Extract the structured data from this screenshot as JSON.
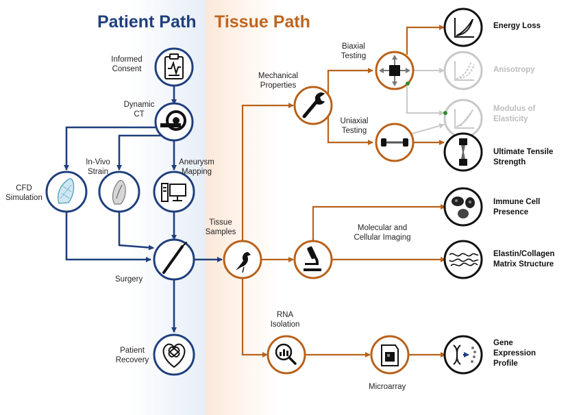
{
  "headers": {
    "patient_path": "Patient Path",
    "tissue_path": "Tissue Path"
  },
  "colors": {
    "patient": "#1f3f7d",
    "tissue": "#b8611b",
    "dimmed": "#c4c4c4",
    "dot": "#2e8b2e"
  },
  "patient_nodes": {
    "informed_consent": "Informed\nConsent",
    "dynamic_ct": "Dynamic\nCT",
    "in_vivo_strain": "In-Vivo\nStrain",
    "aneurysm_mapping": "Aneurysm\nMapping",
    "cfd_simulation": "CFD\nSimulation",
    "surgery": "Surgery",
    "patient_recovery": "Patient\nRecovery"
  },
  "tissue_nodes": {
    "tissue_samples": "Tissue\nSamples",
    "mechanical_properties": "Mechanical\nProperties",
    "biaxial_testing": "Biaxial\nTesting",
    "uniaxial_testing": "Uniaxial\nTesting",
    "molecular_imaging": "Molecular and\nCellular Imaging",
    "rna_isolation": "RNA\nIsolation",
    "microarray": "Microarray"
  },
  "outcomes": {
    "energy_loss": "Energy Loss",
    "anisotropy": "Anisotropy",
    "modulus": "Modulus of\nElasticity",
    "ultimate_tensile": "Ultimate Tensile\nStrength",
    "immune_cell": "Immune Cell\nPresence",
    "elastin_collagen": "Elastin/Collagen\nMatrix Structure",
    "gene_expression": "Gene\nExpression\nProfile"
  },
  "icons": [
    "clipboard-icon",
    "ct-scanner-icon",
    "vessel-mesh-icon",
    "vessel-strain-icon",
    "computer-icon",
    "scalpel-icon",
    "heart-bandage-icon",
    "bird-icon",
    "wrench-icon",
    "biaxial-device-icon",
    "uniaxial-device-icon",
    "microscope-icon",
    "magnifier-chart-icon",
    "microarray-icon",
    "stress-strain-icon",
    "cells-icon",
    "fibers-icon",
    "dna-icon"
  ]
}
